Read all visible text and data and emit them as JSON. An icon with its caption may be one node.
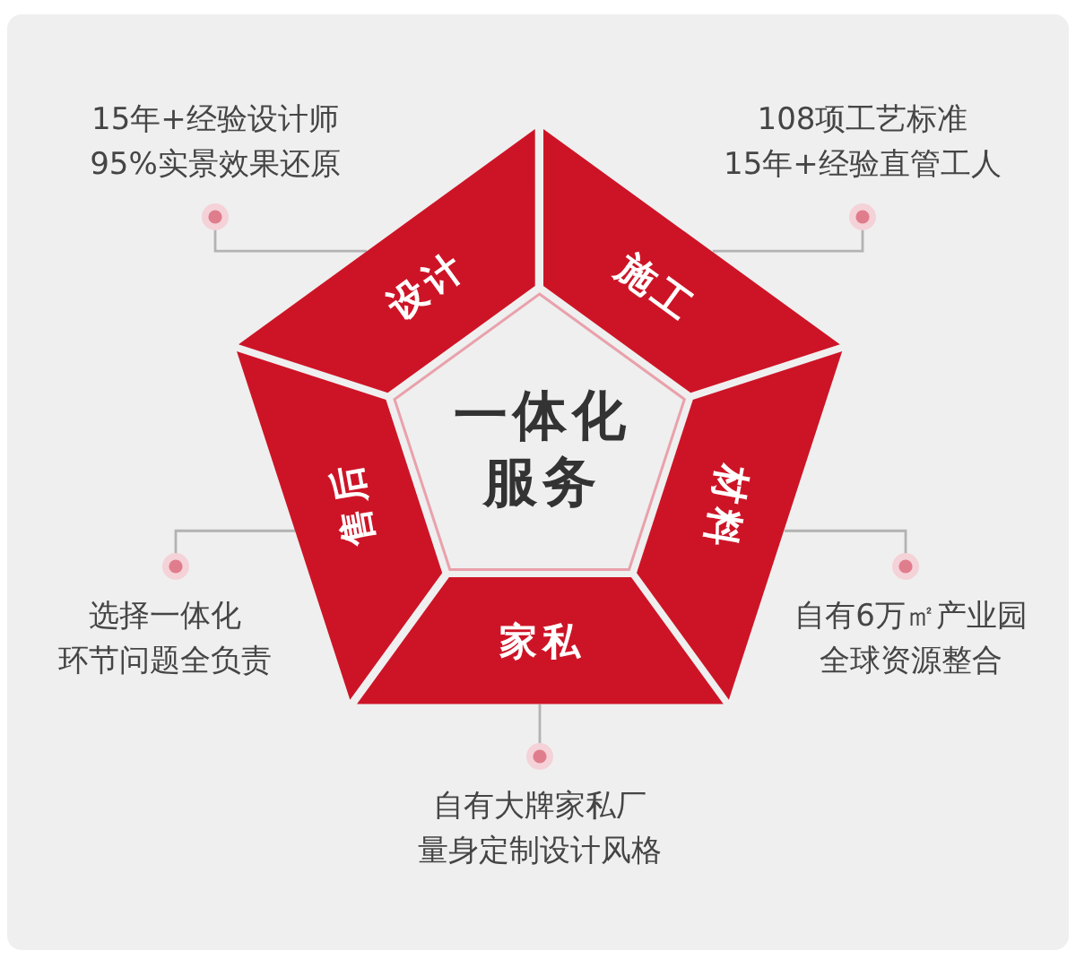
{
  "diagram": {
    "nodes": [
      {
        "text": [
          "15年+经验设计师",
          "95%实景效果还原"
        ]
      },
      {
        "text": [
          "108项工艺标准",
          "15年+经验直管工人"
        ]
      },
      {
        "text": [
          "设计"
        ]
      },
      {
        "text": [
          "施工"
        ]
      },
      {
        "text": [
          "一体化服务"
        ]
      },
      {
        "text": [
          "售后"
        ]
      },
      {
        "text": [
          "材料"
        ]
      },
      {
        "text": [
          "选择一体化",
          "环节问题全负责"
        ]
      },
      {
        "text": [
          "自有6万㎡产业园",
          "全球资源整合"
        ]
      },
      {
        "text": [
          "家私"
        ]
      },
      {
        "text": [
          "自有大牌家私厂",
          "量身定制设计风格"
        ]
      }
    ],
    "edges": [
      {
        "from": 0,
        "to": 2,
        "arrow": "other"
      },
      {
        "from": 1,
        "to": 3,
        "arrow": "other"
      },
      {
        "from": 7,
        "to": 5,
        "arrow": "other"
      },
      {
        "from": 8,
        "to": 6,
        "arrow": "other"
      },
      {
        "from": 10,
        "to": 9,
        "arrow": "other"
      }
    ]
  }
}
